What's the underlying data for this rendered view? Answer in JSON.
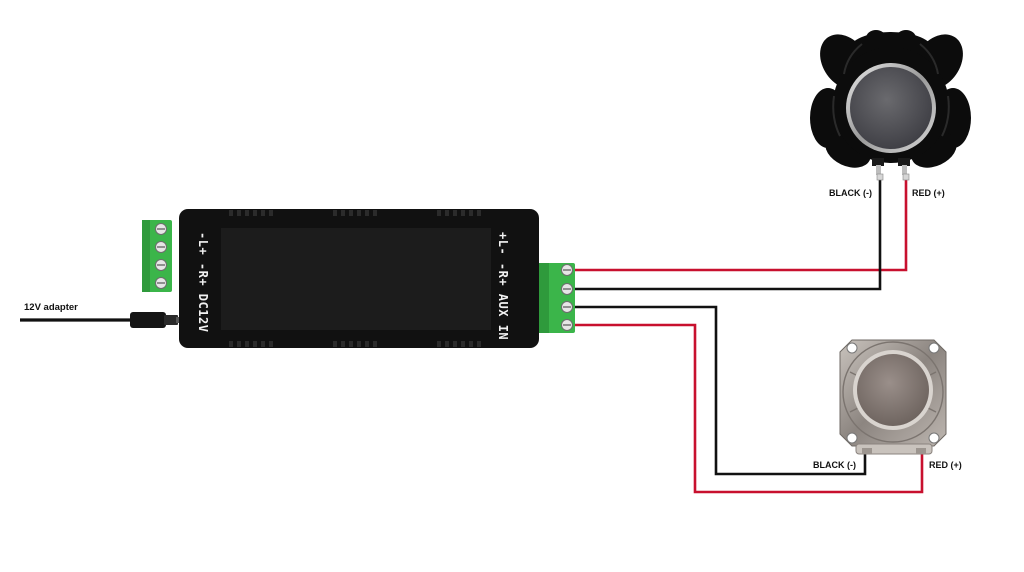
{
  "adapter": {
    "label": "12V adapter"
  },
  "amplifier": {
    "left_block_label": "-L+ -R+ DC12V",
    "right_block_label": "+L- -R+ AUX IN"
  },
  "speaker_top": {
    "black_label": "BLACK (-)",
    "red_label": "RED (+)"
  },
  "speaker_bottom": {
    "black_label": "BLACK (-)",
    "red_label": "RED (+)"
  },
  "colors": {
    "red_wire": "#c8102e",
    "black_wire": "#111111",
    "terminal_green": "#3bb54a",
    "amp_body": "#111111"
  },
  "icons": [
    "terminal-block-icon",
    "screw-icon",
    "dc-plug-icon",
    "speaker-icon"
  ]
}
